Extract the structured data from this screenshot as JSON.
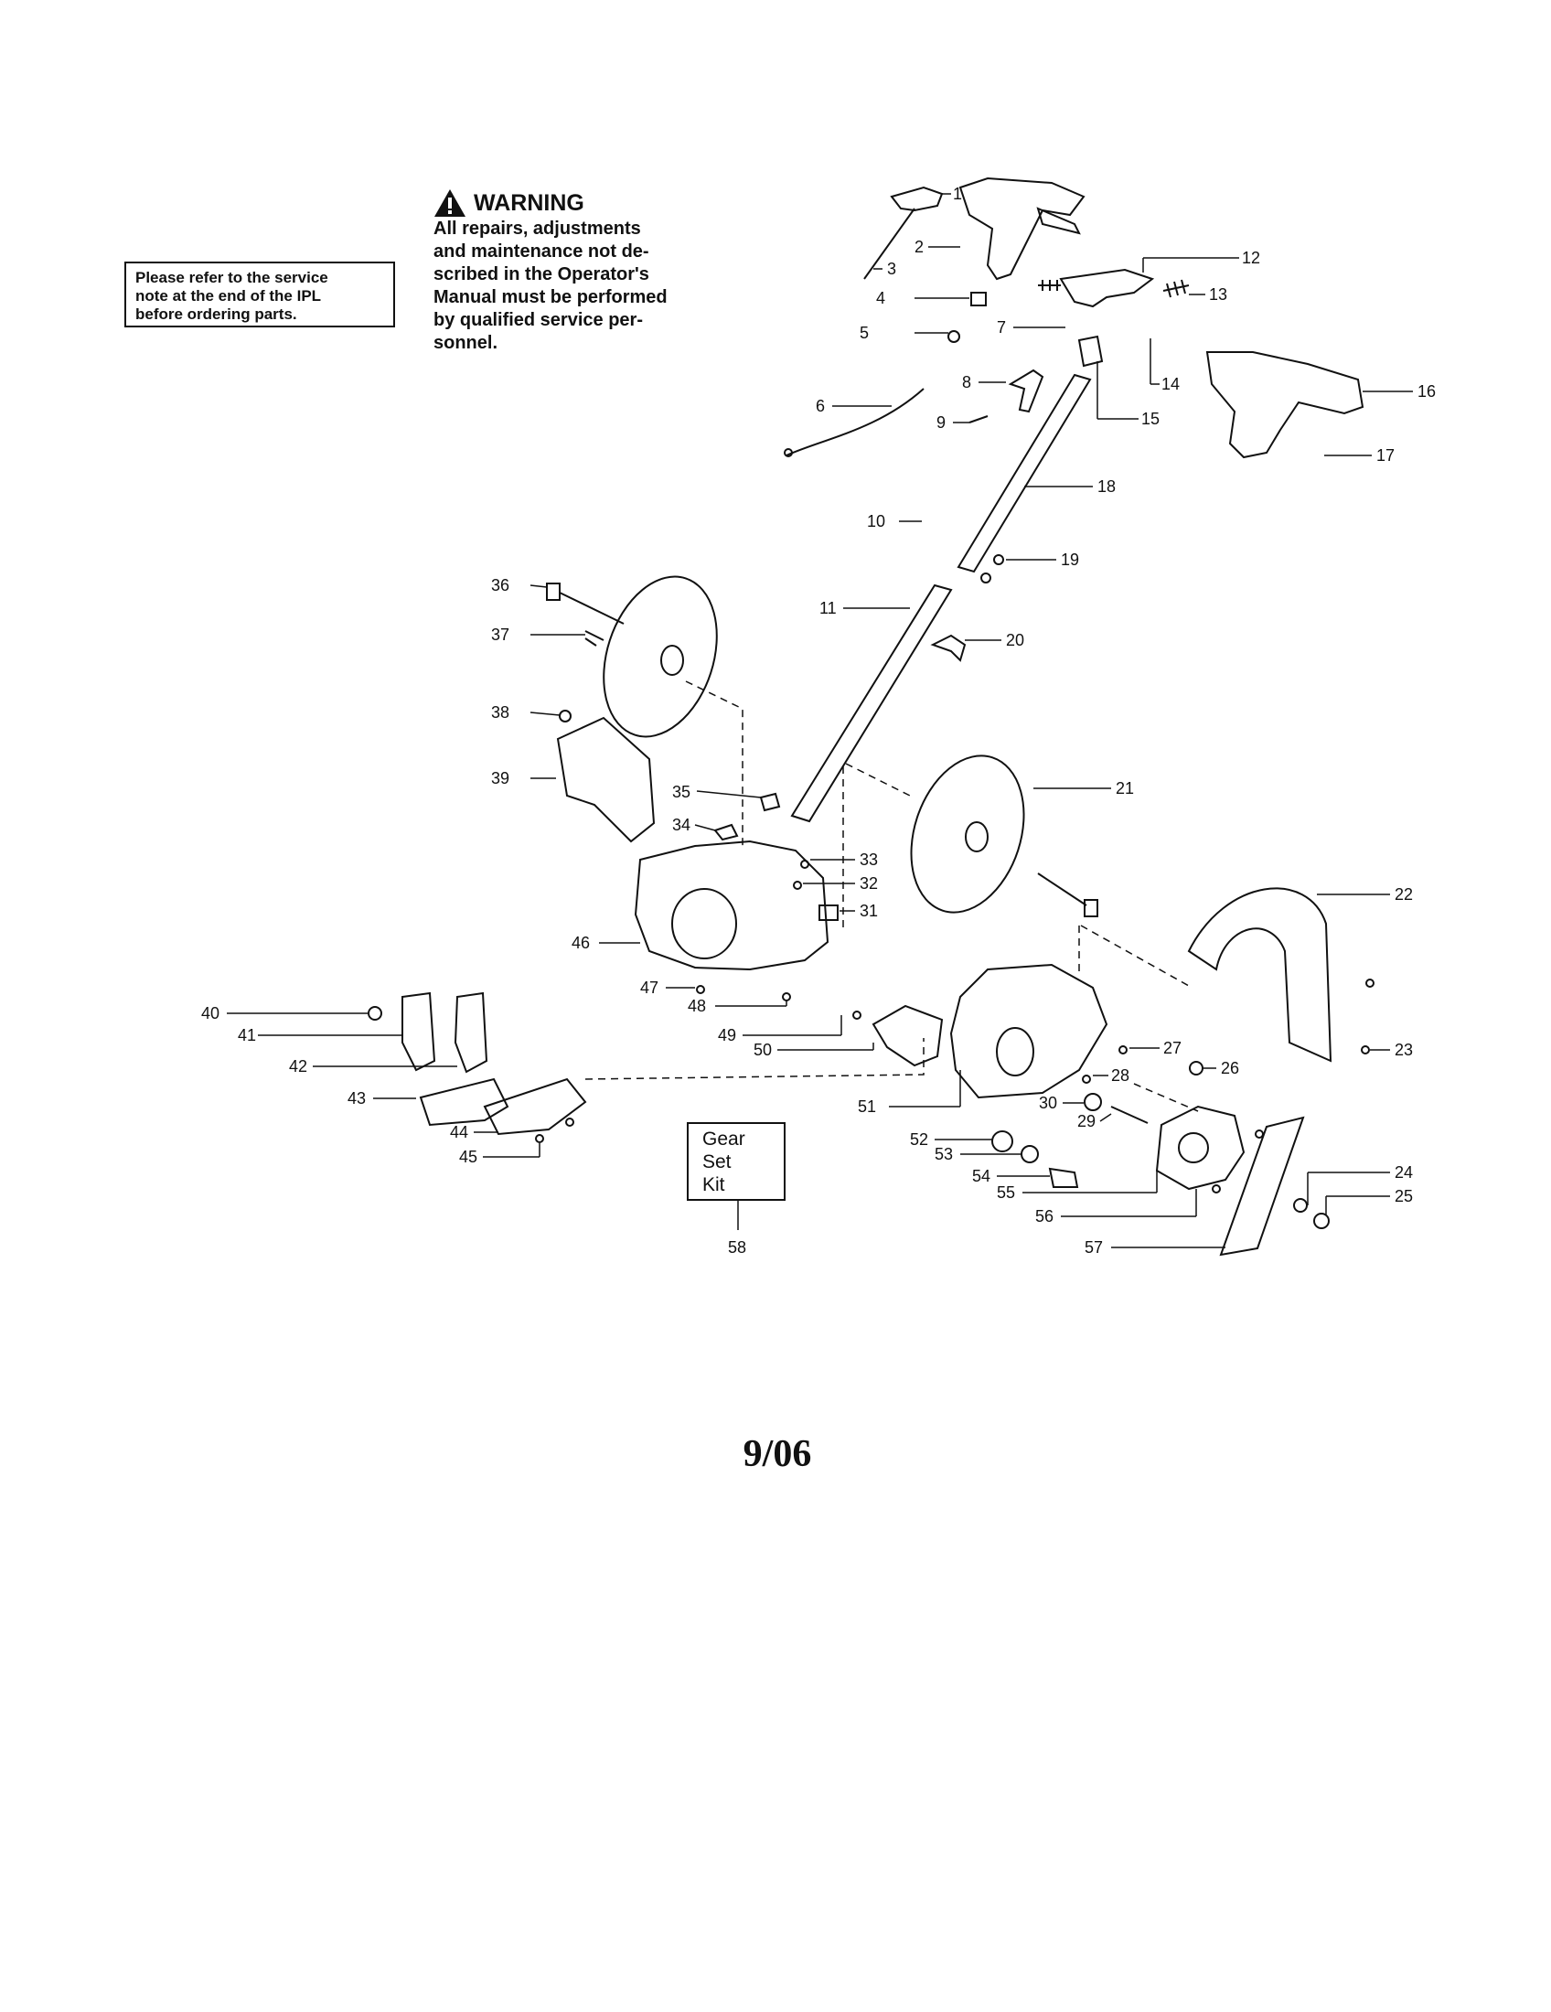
{
  "note_box": {
    "lines": [
      "Please refer to the service",
      "note at the end of the IPL",
      "before ordering parts."
    ]
  },
  "warning": {
    "icon": "warning-triangle-icon",
    "title": "WARNING",
    "lines": [
      "All repairs, adjustments",
      "and maintenance not de-",
      "scribed in the Operator's",
      "Manual must be performed",
      "by qualified service per-",
      "sonnel."
    ]
  },
  "kit_box": {
    "lines": [
      "Gear",
      "Set",
      "Kit"
    ],
    "callout": "58"
  },
  "callouts": [
    "1",
    "2",
    "3",
    "4",
    "5",
    "6",
    "7",
    "8",
    "9",
    "10",
    "11",
    "12",
    "13",
    "14",
    "15",
    "16",
    "17",
    "18",
    "19",
    "20",
    "21",
    "22",
    "23",
    "24",
    "25",
    "26",
    "27",
    "28",
    "29",
    "30",
    "31",
    "32",
    "33",
    "34",
    "35",
    "36",
    "37",
    "38",
    "39",
    "40",
    "41",
    "42",
    "43",
    "44",
    "45",
    "46",
    "47",
    "48",
    "49",
    "50",
    "51",
    "52",
    "53",
    "54",
    "55",
    "56",
    "57"
  ],
  "date": "9/06"
}
